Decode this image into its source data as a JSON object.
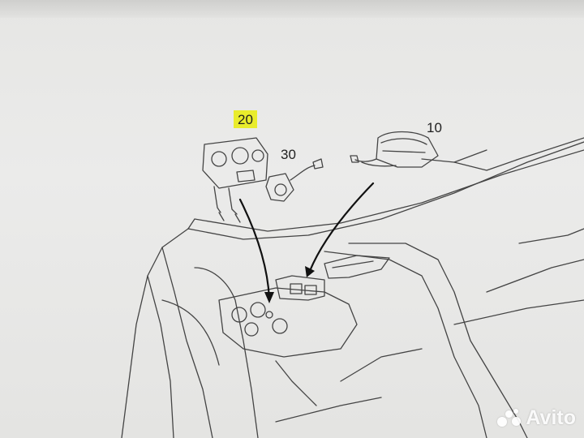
{
  "callouts": {
    "part_20": "20",
    "part_30": "30",
    "part_10": "10"
  },
  "highlight_color": "#e9ec2c",
  "watermark": {
    "text": "Avito"
  }
}
